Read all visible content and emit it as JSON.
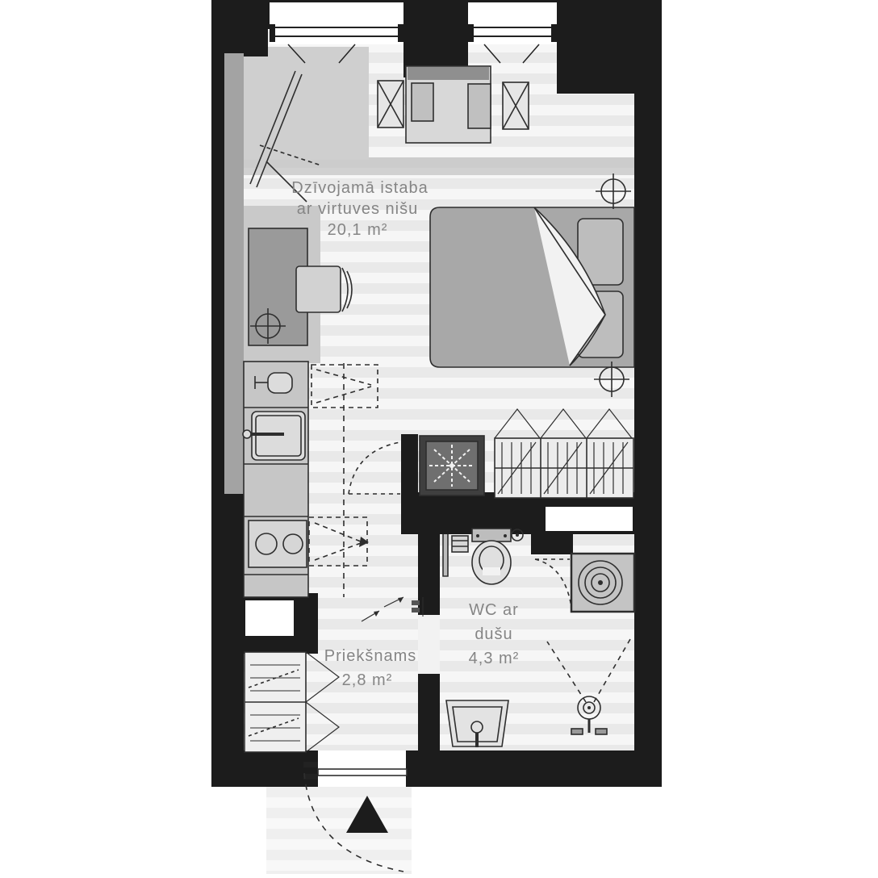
{
  "plan": {
    "type": "apartment-floor-plan",
    "colors": {
      "wall": "#1c1c1c",
      "floor_stripe_light": "#f6f6f6",
      "floor_stripe_dark": "#e9e9e9",
      "furniture_dark": "#9a9a9a",
      "furniture_mid": "#c4c4c4",
      "furniture_light": "#dcdcdc",
      "label_text": "#858585",
      "outline": "#2e2e2e"
    },
    "rooms": {
      "living": {
        "line1": "Dzīvojamā istaba",
        "line2": "ar virtuves nišu",
        "area": "20,1 m²"
      },
      "wc": {
        "line1": "WC ar",
        "line2": "dušu",
        "area": "4,3 m²"
      },
      "hall": {
        "line1": "Priekšnams",
        "area": "2,8 m²"
      }
    },
    "fixtures": [
      "ladder-rack",
      "table-with-folding-chairs",
      "tall-cabinet",
      "armchair",
      "double-bed-with-pillows",
      "kitchen-counter",
      "kitchen-sink",
      "cooktop-two-burners",
      "upper-cabinets-dashed",
      "fridge-snowflake",
      "wardrobe-hanging-clothes",
      "towel-rail",
      "toilet",
      "shower-tray-spiral-drain",
      "shower-head",
      "washbasin",
      "shoe-closet",
      "entrance-door",
      "entrance-arrow",
      "crosshair-markers",
      "windows"
    ]
  }
}
